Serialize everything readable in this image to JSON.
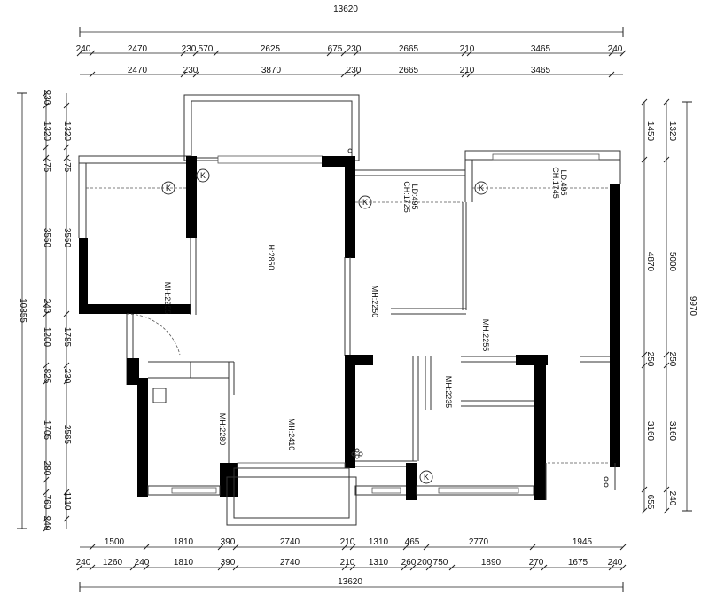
{
  "plan": {
    "top_total": "13620",
    "top_row1": [
      "240",
      "2470",
      "230",
      "570",
      "2625",
      "675",
      "230",
      "2665",
      "210",
      "3465",
      "240"
    ],
    "top_row2": [
      "2470",
      "230",
      "3870",
      "230",
      "2665",
      "210",
      "3465"
    ],
    "bottom_row1": [
      "1500",
      "1810",
      "390",
      "2740",
      "210",
      "1310",
      "465",
      "2770",
      "1945"
    ],
    "bottom_row2": [
      "240",
      "1260",
      "240",
      "1810",
      "390",
      "2740",
      "210",
      "1310",
      "260",
      "200",
      "750",
      "1890",
      "270",
      "1675",
      "240"
    ],
    "bottom_total": "13620",
    "left_total": "10855",
    "left_row1": [
      "230",
      "1320",
      "475",
      "3550",
      "240",
      "1200",
      "825",
      "1705",
      "280",
      "760",
      "240"
    ],
    "left_row2": [
      "1320",
      "475",
      "3550",
      "1785",
      "230",
      "2565",
      "1110"
    ],
    "right_total": "9970",
    "right_row1": [
      "1450",
      "4870",
      "250",
      "3160",
      "655"
    ],
    "right_row2": [
      "1320",
      "5000",
      "250",
      "3160",
      "240"
    ],
    "room_labels": {
      "ch_a": "CH:1725",
      "ld_a": "LD:495",
      "ch_b": "CH:1745",
      "ld_b": "LD:495",
      "h_main": "H:2850",
      "mh_1": "MH:2255",
      "mh_2": "MH:2250",
      "mh_3": "MH:2255",
      "mh_4": "MH:2235",
      "mh_5": "MH:2280",
      "mh_6": "MH:2410"
    },
    "k_label": "K"
  }
}
